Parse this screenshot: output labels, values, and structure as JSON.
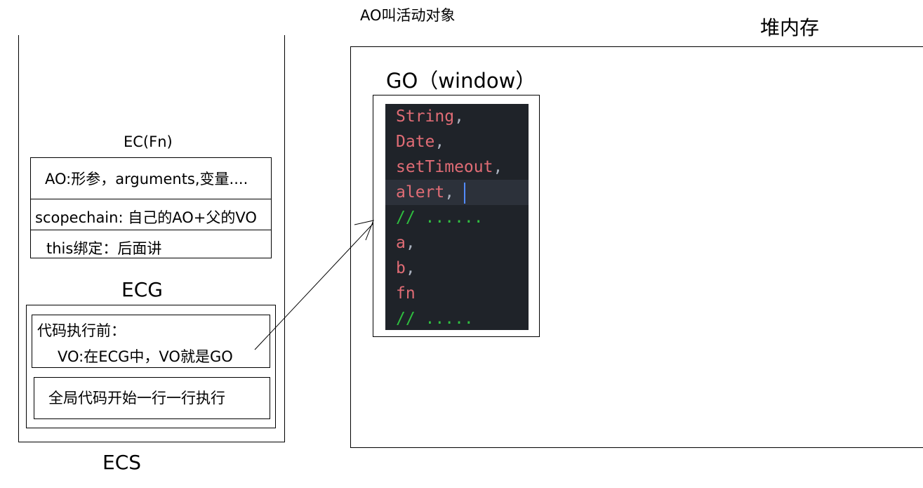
{
  "ecs": {
    "label": "ECS",
    "ec_fn": {
      "title": "EC(Fn)",
      "rows": [
        "AO:形参，arguments,变量....",
        "scopechain: 自己的AO+父的VO",
        "this绑定：后面讲"
      ]
    },
    "ecg": {
      "title": "ECG",
      "before_title": "代码执行前：",
      "vo_text": "VO:在ECG中，VO就是GO",
      "exec_text": "全局代码开始一行一行执行"
    }
  },
  "heap": {
    "title": "堆内存",
    "ao_note": "AO叫活动对象",
    "go_title": "GO（window）",
    "code_lines": [
      {
        "text": "String",
        "punct": ",",
        "kind": "id"
      },
      {
        "text": "Date",
        "punct": ",",
        "kind": "id"
      },
      {
        "text": "setTimeout",
        "punct": ",",
        "kind": "id"
      },
      {
        "text": "alert",
        "punct": ",",
        "kind": "id",
        "highlight": true,
        "cursor": true
      },
      {
        "text": "// ......",
        "punct": "",
        "kind": "comment"
      },
      {
        "text": "a",
        "punct": ",",
        "kind": "id"
      },
      {
        "text": "b",
        "punct": ",",
        "kind": "id"
      },
      {
        "text": "fn",
        "punct": "",
        "kind": "id"
      },
      {
        "text": "// .....",
        "punct": "",
        "kind": "comment"
      }
    ]
  },
  "colors": {
    "code_bg": "#1f2329",
    "identifier": "#e06c75",
    "comment": "#2fbf3f",
    "punctuation": "#abb2bf",
    "cursor": "#528bff"
  }
}
